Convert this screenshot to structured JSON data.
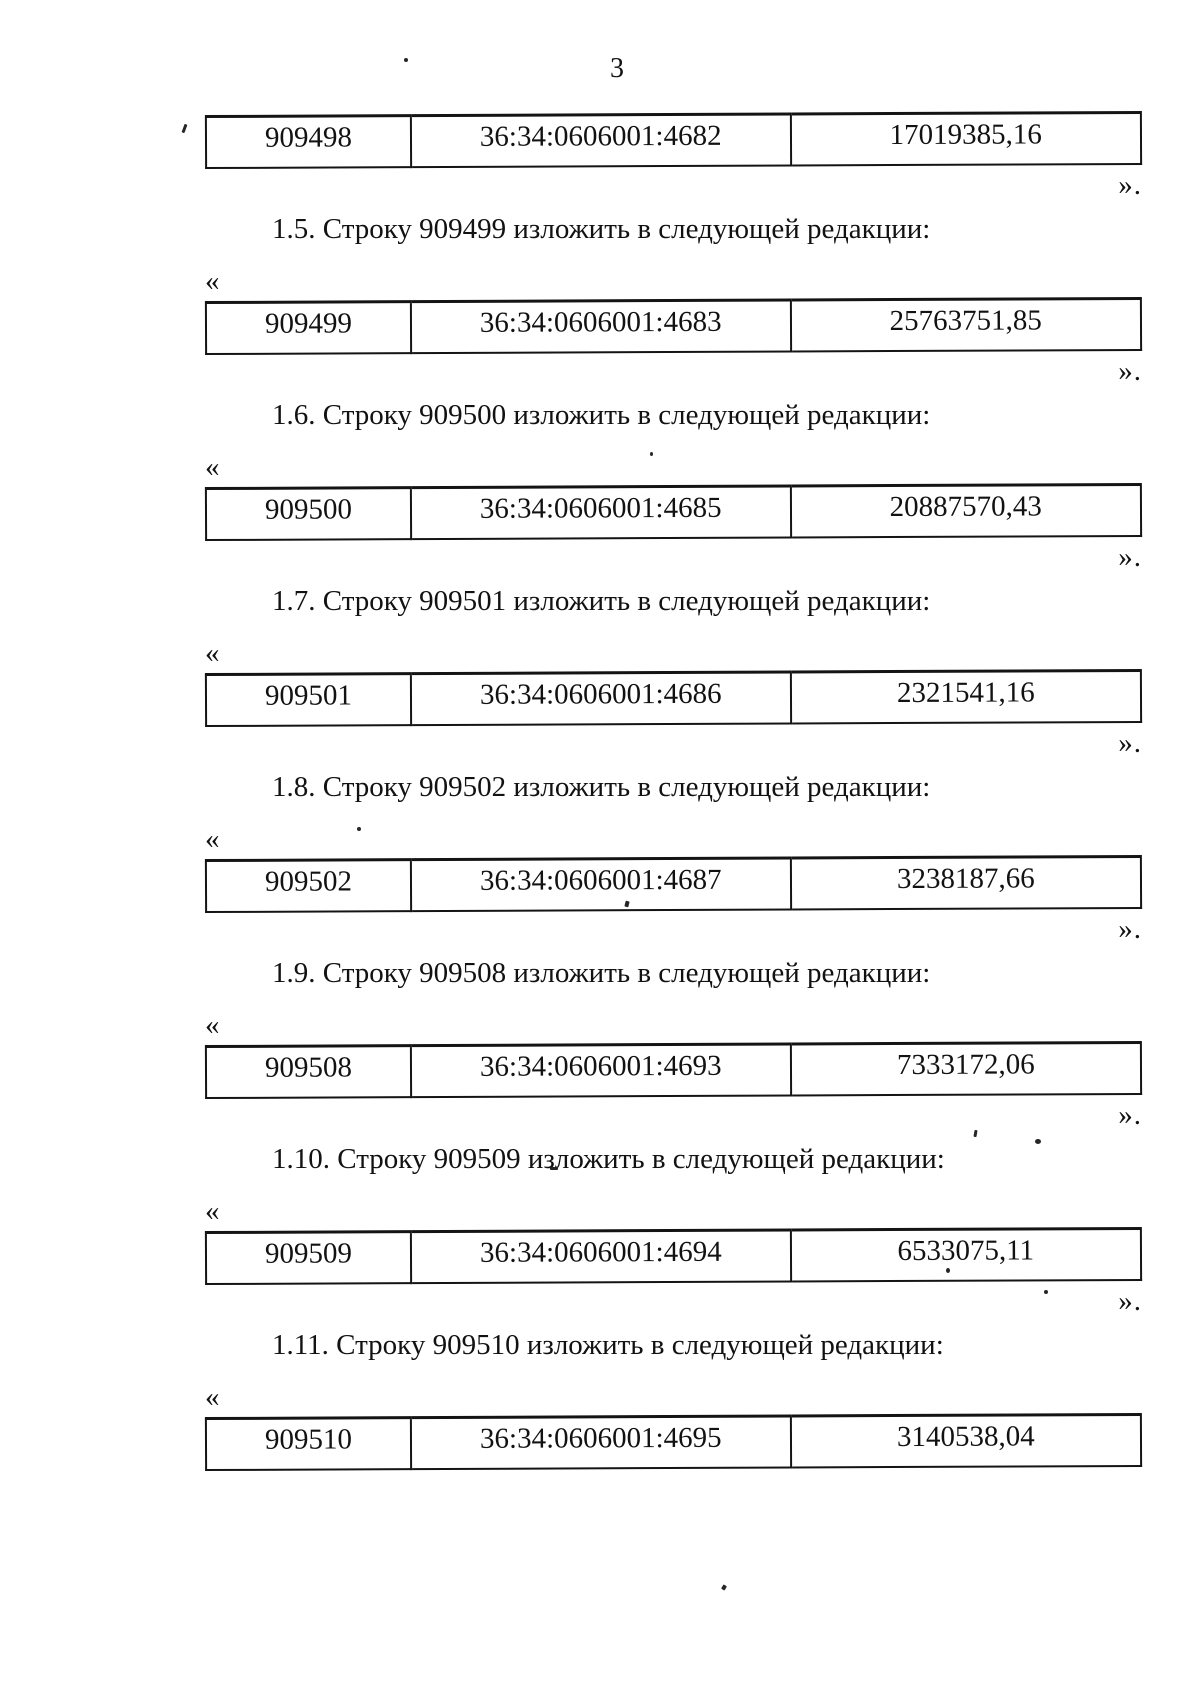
{
  "page_number": "3",
  "marks": {
    "open": "«",
    "close": "»."
  },
  "leading_row": {
    "code": "909498",
    "cadastral": "36:34:0606001:4682",
    "area": "17019385,16"
  },
  "sections": [
    {
      "heading": "1.5. Строку 909499 изложить в следующей редакции:",
      "code": "909499",
      "cadastral": "36:34:0606001:4683",
      "area": "25763751,85",
      "closed": true
    },
    {
      "heading": "1.6. Строку 909500 изложить в следующей редакции:",
      "code": "909500",
      "cadastral": "36:34:0606001:4685",
      "area": "20887570,43",
      "closed": true
    },
    {
      "heading": "1.7. Строку 909501 изложить в следующей редакции:",
      "code": "909501",
      "cadastral": "36:34:0606001:4686",
      "area": "2321541,16",
      "closed": true
    },
    {
      "heading": "1.8. Строку 909502 изложить в следующей редакции:",
      "code": "909502",
      "cadastral": "36:34:0606001:4687",
      "area": "3238187,66",
      "closed": true
    },
    {
      "heading": "1.9. Строку 909508 изложить в следующей редакции:",
      "code": "909508",
      "cadastral": "36:34:0606001:4693",
      "area": "7333172,06",
      "closed": true
    },
    {
      "heading": "1.10. Строку 909509 изложить в следующей редакции:",
      "code": "909509",
      "cadastral": "36:34:0606001:4694",
      "area": "6533075,11",
      "closed": true
    },
    {
      "heading": "1.11. Строку 909510 изложить в следующей редакции:",
      "code": "909510",
      "cadastral": "36:34:0606001:4695",
      "area": "3140538,04",
      "closed": false
    }
  ]
}
